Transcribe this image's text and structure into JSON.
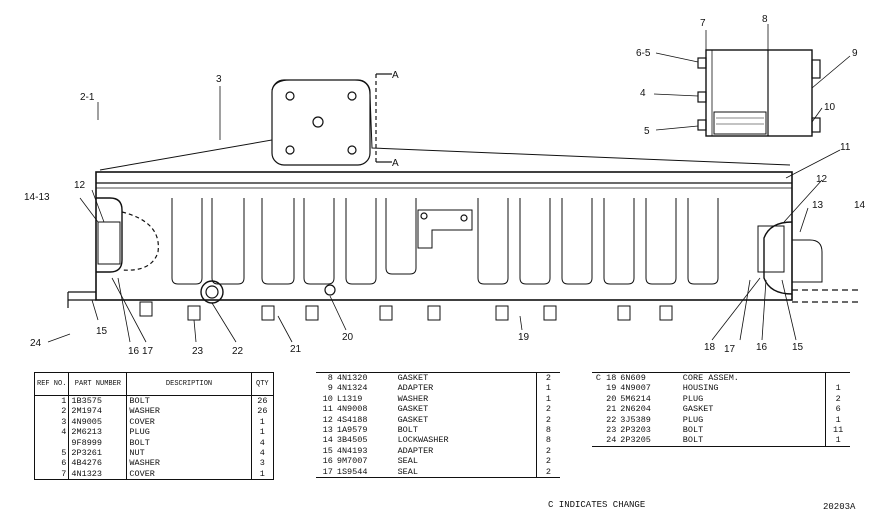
{
  "drawing": {
    "callouts": [
      "2-1",
      "3",
      "A",
      "A",
      "6-5",
      "7",
      "8",
      "9",
      "4",
      "10",
      "5",
      "11",
      "12",
      "13",
      "14",
      "14-13",
      "12",
      "15",
      "16",
      "17",
      "18",
      "17",
      "16",
      "15",
      "19",
      "20",
      "21",
      "22",
      "23",
      "24"
    ]
  },
  "table1": {
    "headers": [
      "REF NO.",
      "PART NUMBER",
      "DESCRIPTION",
      "QTY"
    ],
    "rows": [
      {
        "ref": "1",
        "pn": "1B3575",
        "desc": "BOLT",
        "qty": "26"
      },
      {
        "ref": "2",
        "pn": "2M1974",
        "desc": "WASHER",
        "qty": "26"
      },
      {
        "ref": "3",
        "pn": "4N9005",
        "desc": "COVER",
        "qty": "1"
      },
      {
        "ref": "4",
        "pn": "2M6213",
        "desc": "PLUG",
        "qty": "1"
      },
      {
        "ref": "",
        "pn": "9F8999",
        "desc": "BOLT",
        "qty": "4"
      },
      {
        "ref": "5",
        "pn": "2P3261",
        "desc": "NUT",
        "qty": "4"
      },
      {
        "ref": "6",
        "pn": "4B4276",
        "desc": "WASHER",
        "qty": "3"
      },
      {
        "ref": "7",
        "pn": "4N1323",
        "desc": "COVER",
        "qty": "1"
      }
    ]
  },
  "table2": {
    "rows": [
      {
        "ref": "8",
        "pn": "4N1320",
        "desc": "GASKET",
        "qty": "2"
      },
      {
        "ref": "9",
        "pn": "4N1324",
        "desc": "ADAPTER",
        "qty": "1"
      },
      {
        "ref": "10",
        "pn": "L1319",
        "desc": "WASHER",
        "qty": "1"
      },
      {
        "ref": "11",
        "pn": "4N9008",
        "desc": "GASKET",
        "qty": "2"
      },
      {
        "ref": "12",
        "pn": "4S4188",
        "desc": "GASKET",
        "qty": "2"
      },
      {
        "ref": "13",
        "pn": "1A9579",
        "desc": "BOLT",
        "qty": "8"
      },
      {
        "ref": "14",
        "pn": "3B4505",
        "desc": "LOCKWASHER",
        "qty": "8"
      },
      {
        "ref": "15",
        "pn": "4N4193",
        "desc": "ADAPTER",
        "qty": "2"
      },
      {
        "ref": "16",
        "pn": "9M7007",
        "desc": "SEAL",
        "qty": "2"
      },
      {
        "ref": "17",
        "pn": "1S9544",
        "desc": "SEAL",
        "qty": "2"
      }
    ]
  },
  "table3": {
    "rows": [
      {
        "ref": "C 18",
        "pn": "6N609",
        "desc": "CORE ASSEM.",
        "qty": ""
      },
      {
        "ref": "19",
        "pn": "4N9007",
        "desc": "HOUSING",
        "qty": "1"
      },
      {
        "ref": "20",
        "pn": "5M6214",
        "desc": "PLUG",
        "qty": "2"
      },
      {
        "ref": "21",
        "pn": "2N6204",
        "desc": "GASKET",
        "qty": "6"
      },
      {
        "ref": "22",
        "pn": "3J5389",
        "desc": "PLUG",
        "qty": "1"
      },
      {
        "ref": "23",
        "pn": "2P3203",
        "desc": "BOLT",
        "qty": "11"
      },
      {
        "ref": "24",
        "pn": "2P3205",
        "desc": "BOLT",
        "qty": "1"
      }
    ]
  },
  "note": "C INDICATES CHANGE",
  "figure_number": "20203A"
}
